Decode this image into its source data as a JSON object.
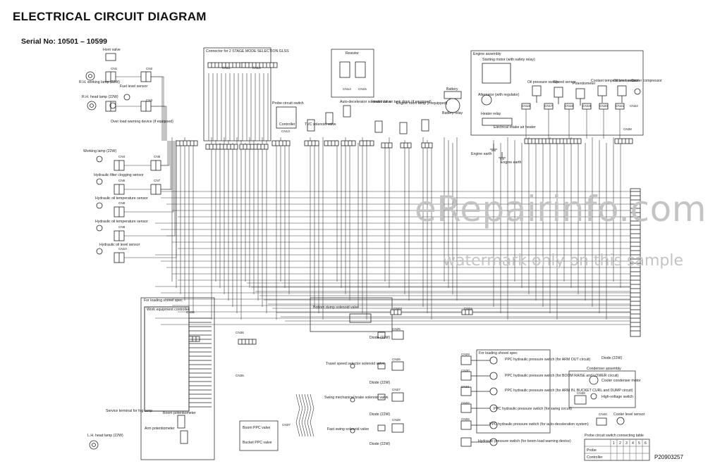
{
  "header": {
    "title": "ELECTRICAL CIRCUIT DIAGRAM",
    "serial": "Serial No:  10501 – 10599"
  },
  "watermark": {
    "line1": "eRepairinfo.com",
    "line2": "watermark only on this sample"
  },
  "figure_number": "P20903257",
  "labels": {
    "horn_valve": "Horn valve",
    "rh_working_lamp": "R.H. working lamp (22W)",
    "fuel_level_sensor": "Fuel level sensor",
    "rh_head_lamp": "R.H. head lamp (22W)",
    "overload_warning": "Over load warning device (if equipped)",
    "working_lamp": "Working lamp (22W)",
    "hydraulic_filter": "Hydraulic filter clogging sensor",
    "hydraulic_oil_temp": "Hydraulic oil temperature sensor",
    "hydraulic_oil_temp2": "Hydraulic oil temperature sensor",
    "hydraulic_oil_level": "Hydraulic oil level sensor",
    "for_loading_shovel": "For loading shovel spec",
    "work_equipment_controller": "Work equipment controller",
    "service_terminal": "Service terminal for fog lamp",
    "lh_head_lamp": "L.H. head lamp (22W)",
    "boom_potentiometer": "Boom potentiometer",
    "arm_potentiometer": "Arm potentiometer",
    "resistor": "Resistor",
    "engine_assembly": "Engine assembly",
    "starting_motor": "Starting motor (with safety relay)",
    "alternator": "Alternator (with regulator)",
    "heater_relay": "Heater relay",
    "electric_intake_air_heater": "Electrical intake air heater",
    "oil_pressure_switch": "Oil pressure switch",
    "speed_sensor": "Speed sensor",
    "potentiometer": "Potentiometer",
    "coolant_temp": "Coolant temperature sensor",
    "oil_level_sensor": "Oil level sensor",
    "cooler_compressor": "Cooler compressor",
    "battery": "Battery",
    "battery_relay": "Battery relay",
    "engine_earth": "Engine earth",
    "engine_earth2": "Engine earth",
    "connector_2stage": "Connector for 2 STAGE MODE SELECTION GLSS",
    "probe_circuit": "Probe circuit switch",
    "controller": "Controller",
    "tvc_solenoid": "TVC solenoid valve",
    "auto_decelerator": "Auto-decelerator solenoid valve",
    "heater_air": "Heater for air tank drain (if equipped)",
    "engine_room_lamp": "Engine room lamp (if equipped)",
    "bottom_dump": "Bottom dump solenoid valve",
    "diode1": "Diode (22W)",
    "diode2": "Diode (22W)",
    "diode3": "Diode (22W)",
    "diode4": "Diode (22W)",
    "travel_speed": "Travel speed selector solenoid valve",
    "swing_brake": "Swing mechanical brake solenoid valve",
    "fast_swing": "Fast swing solenoid valve",
    "ppc_arm_out": "PPC hydraulic pressure switch (for ARM OUT circuit)",
    "ppc_boom_raise": "PPC hydraulic pressure switch (for BOOM RAISE and LOWER circuit)",
    "ppc_arm_in": "PPC hydraulic pressure switch (for ARM IN, BUCKET CURL and DUMP circuit)",
    "ppc_swing": "PPC hydraulic pressure switch (for swing circuit)",
    "ppc_auto_decel": "PPC hydraulic pressure switch (for auto-deceleration system)",
    "hydraulic_pressure": "Hydraulic pressure switch (for boom load warning device)",
    "condenser_assembly": "Condenser assembly",
    "cooler_condenser_motor": "Cooler condenser motor",
    "high_voltage_switch": "High-voltage switch",
    "cooler_level_sensor": "Cooler level sensor",
    "diode_cond": "Diode (22W)",
    "boom_ppc": "Boom PPC valve",
    "bucket_ppc": "Bucket PPC valve",
    "probe_table": "Probe circuit switch connecting table",
    "probe_row1": "Probe",
    "probe_row2": "Controller"
  },
  "probe_table": {
    "headers": [
      "1",
      "2",
      "3",
      "4",
      "5",
      "6"
    ]
  },
  "connectors": {
    "cn1": "CN1",
    "cn2": "CN2",
    "cn3": "CN3",
    "cn4": "CN4",
    "cn5": "CN5",
    "cn6": "CN6",
    "cn7": "CN7",
    "cn8": "CN8",
    "cn9": "CN9",
    "cn10": "CN10",
    "cn11": "CN11",
    "cn12": "CN12",
    "cn13": "CN13",
    "cn14": "CN14",
    "cn15": "CN15",
    "cn16": "CN16",
    "cn17": "CN17",
    "cn18": "CN18",
    "cn19": "CN19",
    "cn20": "CN20",
    "cn21": "CN21",
    "cn22": "CN22",
    "cn23": "CN23",
    "cn24": "CN24",
    "cn25": "CN25",
    "cn26": "CN26",
    "cn27": "CN27",
    "cn28": "CN28",
    "cn29": "CN29",
    "cn30": "CN30",
    "cn31": "CN31",
    "cn32": "CN32",
    "cn33": "CN33",
    "cn34": "CN34",
    "cn35": "CN35",
    "cn36": "CN36",
    "cn37": "CN37",
    "cn38": "CN38",
    "cn39": "CN39",
    "cn40": "CN40"
  }
}
